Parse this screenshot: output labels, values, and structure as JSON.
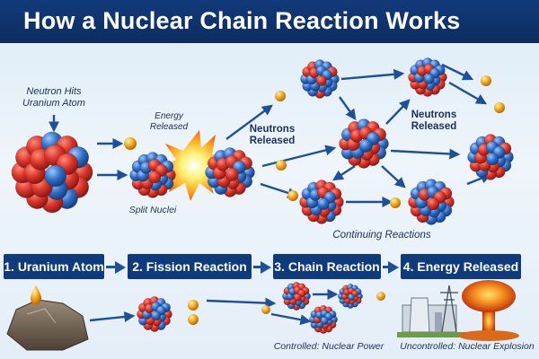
{
  "title": "How a Nuclear Chain Reaction Works",
  "labels": {
    "neutron_hits": "Neutron Hits\nUranium Atom",
    "energy_released_small": "Energy\nReleased",
    "split_nuclei": "Split Nuclei",
    "neutrons_released_left": "Neutrons\nReleased",
    "neutrons_released_right": "Neutrons\nReleased",
    "continuing_reactions": "Continuing Reactions",
    "controlled": "Controlled: Nuclear Power",
    "uncontrolled": "Uncontrolled: Nuclear Explosion"
  },
  "steps": [
    "1. Uranium Atom",
    "2. Fission Reaction",
    "3. Chain Reaction",
    "4. Energy Released"
  ],
  "colors": {
    "title_bar": "#123a7a",
    "step_box": "#0f3a7c",
    "proton": "#d9352b",
    "neutron": "#2f6fc7",
    "free_neutron": "#f2a51c",
    "arrow": "#1d4f9a"
  }
}
